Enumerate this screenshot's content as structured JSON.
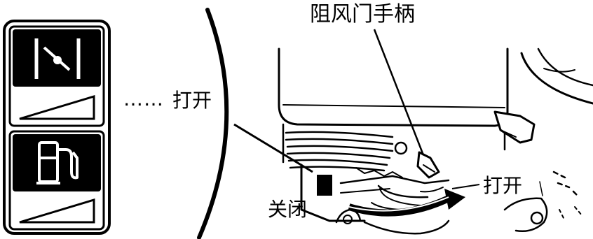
{
  "labels": {
    "choke_handle": "阻风门手柄",
    "open_left": "打开",
    "leader_dots": "……",
    "open_right": "打开",
    "close": "关闭"
  },
  "colors": {
    "ink": "#000000",
    "paper": "#ffffff"
  },
  "icons": [
    "choke-symbol-icon",
    "fuel-pump-icon",
    "wedge-ramp-icon"
  ]
}
